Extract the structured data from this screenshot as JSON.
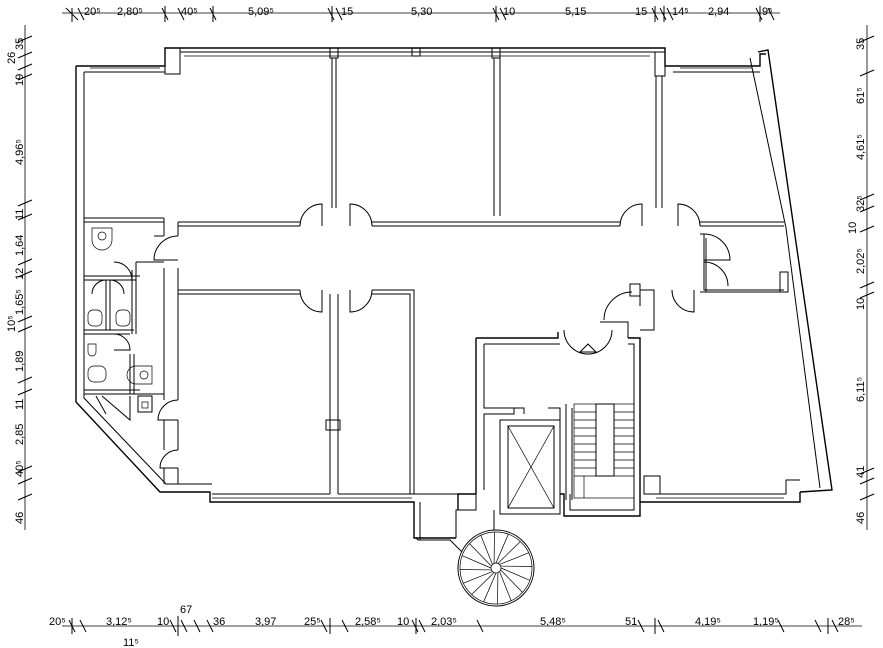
{
  "top_dims": [
    {
      "text": "20⁵"
    },
    {
      "text": "2,80⁵"
    },
    {
      "text": "40⁵"
    },
    {
      "text": "5,09⁵"
    },
    {
      "text": "15"
    },
    {
      "text": "5,30"
    },
    {
      "text": "10"
    },
    {
      "text": "5,15"
    },
    {
      "text": "15"
    },
    {
      "text": "14⁵"
    },
    {
      "text": "2,94"
    },
    {
      "text": "9⁵"
    }
  ],
  "bottom_dims": [
    {
      "text": "20⁵"
    },
    {
      "text": "3,12⁵"
    },
    {
      "text": "10"
    },
    {
      "text": "36"
    },
    {
      "text": "3,97"
    },
    {
      "text": "25⁵"
    },
    {
      "text": "2,58⁵"
    },
    {
      "text": "10"
    },
    {
      "text": "2,03⁵"
    },
    {
      "text": "5,48⁵"
    },
    {
      "text": "51"
    },
    {
      "text": "4,19⁵"
    },
    {
      "text": "1,19⁵"
    },
    {
      "text": "28⁵"
    }
  ],
  "bottom_extra": [
    {
      "text": "67"
    },
    {
      "text": "11⁵"
    }
  ],
  "left_dims": [
    {
      "text": "35"
    },
    {
      "text": "26"
    },
    {
      "text": "19"
    },
    {
      "text": "4,96⁵"
    },
    {
      "text": "11"
    },
    {
      "text": "1,64"
    },
    {
      "text": "12"
    },
    {
      "text": "1,65⁵"
    },
    {
      "text": "10⁵"
    },
    {
      "text": "1,89"
    },
    {
      "text": "11"
    },
    {
      "text": "2,85"
    },
    {
      "text": "40⁵"
    },
    {
      "text": "46"
    }
  ],
  "right_dims": [
    {
      "text": "35"
    },
    {
      "text": "61⁵"
    },
    {
      "text": "4,61⁵"
    },
    {
      "text": "32⁵"
    },
    {
      "text": "10"
    },
    {
      "text": "2,02⁵"
    },
    {
      "text": "10"
    },
    {
      "text": "6,11⁵"
    },
    {
      "text": "41"
    },
    {
      "text": "46"
    }
  ]
}
